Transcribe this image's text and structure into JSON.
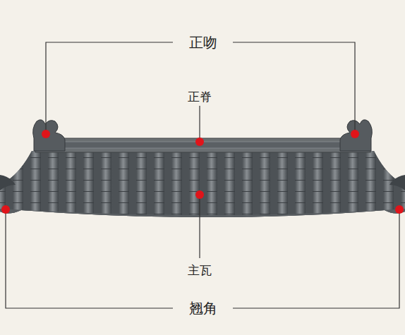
{
  "diagram": {
    "labels": [
      "正吻",
      "正脊",
      "主瓦",
      "翘角"
    ]
  }
}
